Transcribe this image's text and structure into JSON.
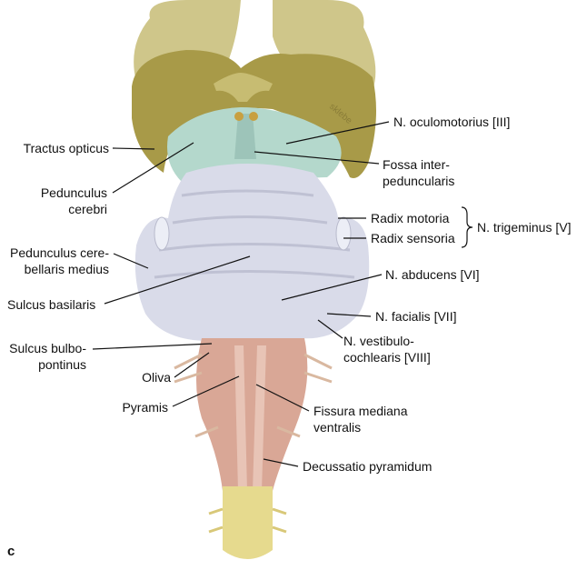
{
  "figure_letter": "c",
  "watermark": "sklebe",
  "colors": {
    "diencephalon": "#a89a48",
    "pedunculus": "#b4d8cc",
    "pons": "#d9dbe9",
    "medulla": "#d9a796",
    "cord_lower": "#e6da8e"
  },
  "labels": {
    "tractus_opticus": "Tractus opticus",
    "pedunculus_cerebri_1": "Pedunculus",
    "pedunculus_cerebri_2": "cerebri",
    "ped_cereb_medius_1": "Pedunculus cere-",
    "ped_cereb_medius_2": "bellaris medius",
    "sulcus_basilaris": "Sulcus basilaris",
    "sulcus_bulbopontinus_1": "Sulcus bulbo-",
    "sulcus_bulbopontinus_2": "pontinus",
    "oliva": "Oliva",
    "pyramis": "Pyramis",
    "n_oculomotorius": "N. oculomotorius [III]",
    "fossa_1": "Fossa inter-",
    "fossa_2": "peduncularis",
    "radix_motoria": "Radix motoria",
    "radix_sensoria": "Radix sensoria",
    "n_trigeminus": "N. trigeminus [V]",
    "n_abducens": "N. abducens  [VI]",
    "n_facialis": "N. facialis  [VII]",
    "n_vestibulo_1": "N. vestibulo-",
    "n_vestibulo_2": "cochlearis [VIII]",
    "fissura_1": "Fissura mediana",
    "fissura_2": "ventralis",
    "decussatio": "Decussatio pyramidum"
  }
}
